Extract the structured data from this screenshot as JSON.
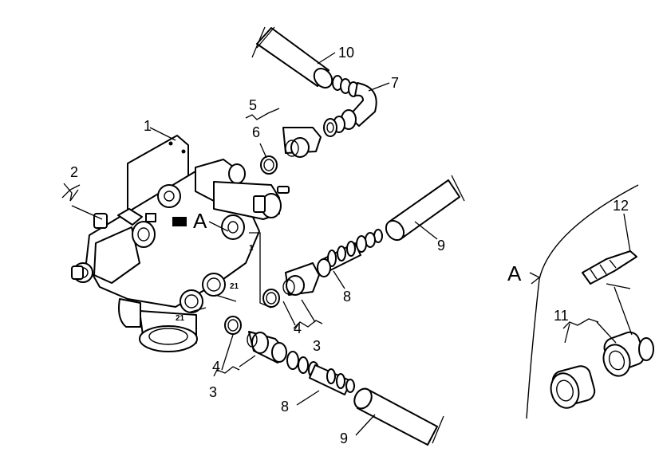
{
  "diagram": {
    "callouts": {
      "c1": "1",
      "c2": "2",
      "c3a": "3",
      "c3b": "3",
      "c4a": "4",
      "c4b": "4",
      "c5": "5",
      "c6": "6",
      "c7": "7",
      "c8a": "8",
      "c8b": "8",
      "c9a": "9",
      "c9b": "9",
      "c10": "10",
      "c11": "11",
      "c12": "12",
      "detail_a_main": "A",
      "detail_a_inset": "A",
      "port_21a": "21",
      "port_21b": "21",
      "port_1": "1"
    }
  }
}
